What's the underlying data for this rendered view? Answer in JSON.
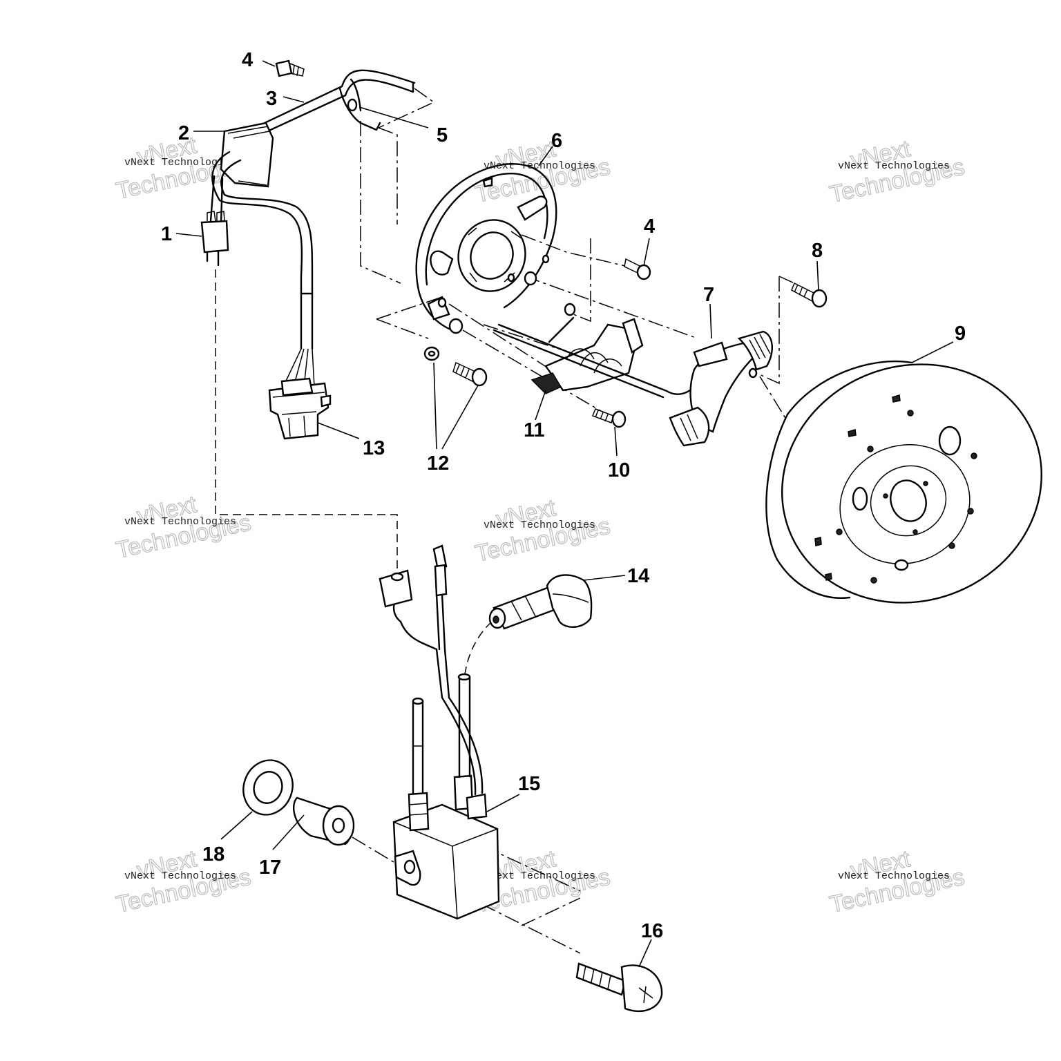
{
  "callouts": [
    {
      "id": "1",
      "text": "1"
    },
    {
      "id": "2",
      "text": "2"
    },
    {
      "id": "3",
      "text": "3"
    },
    {
      "id": "4a",
      "text": "4"
    },
    {
      "id": "4b",
      "text": "4"
    },
    {
      "id": "5",
      "text": "5"
    },
    {
      "id": "6",
      "text": "6"
    },
    {
      "id": "7",
      "text": "7"
    },
    {
      "id": "8",
      "text": "8"
    },
    {
      "id": "9",
      "text": "9"
    },
    {
      "id": "10",
      "text": "10"
    },
    {
      "id": "11",
      "text": "11"
    },
    {
      "id": "12",
      "text": "12"
    },
    {
      "id": "13",
      "text": "13"
    },
    {
      "id": "14",
      "text": "14"
    },
    {
      "id": "15",
      "text": "15"
    },
    {
      "id": "16",
      "text": "16"
    },
    {
      "id": "17",
      "text": "17"
    },
    {
      "id": "18",
      "text": "18"
    }
  ],
  "watermark": {
    "line1": "vNext Technologies",
    "line2": "Technologies",
    "line3": "vNext"
  }
}
